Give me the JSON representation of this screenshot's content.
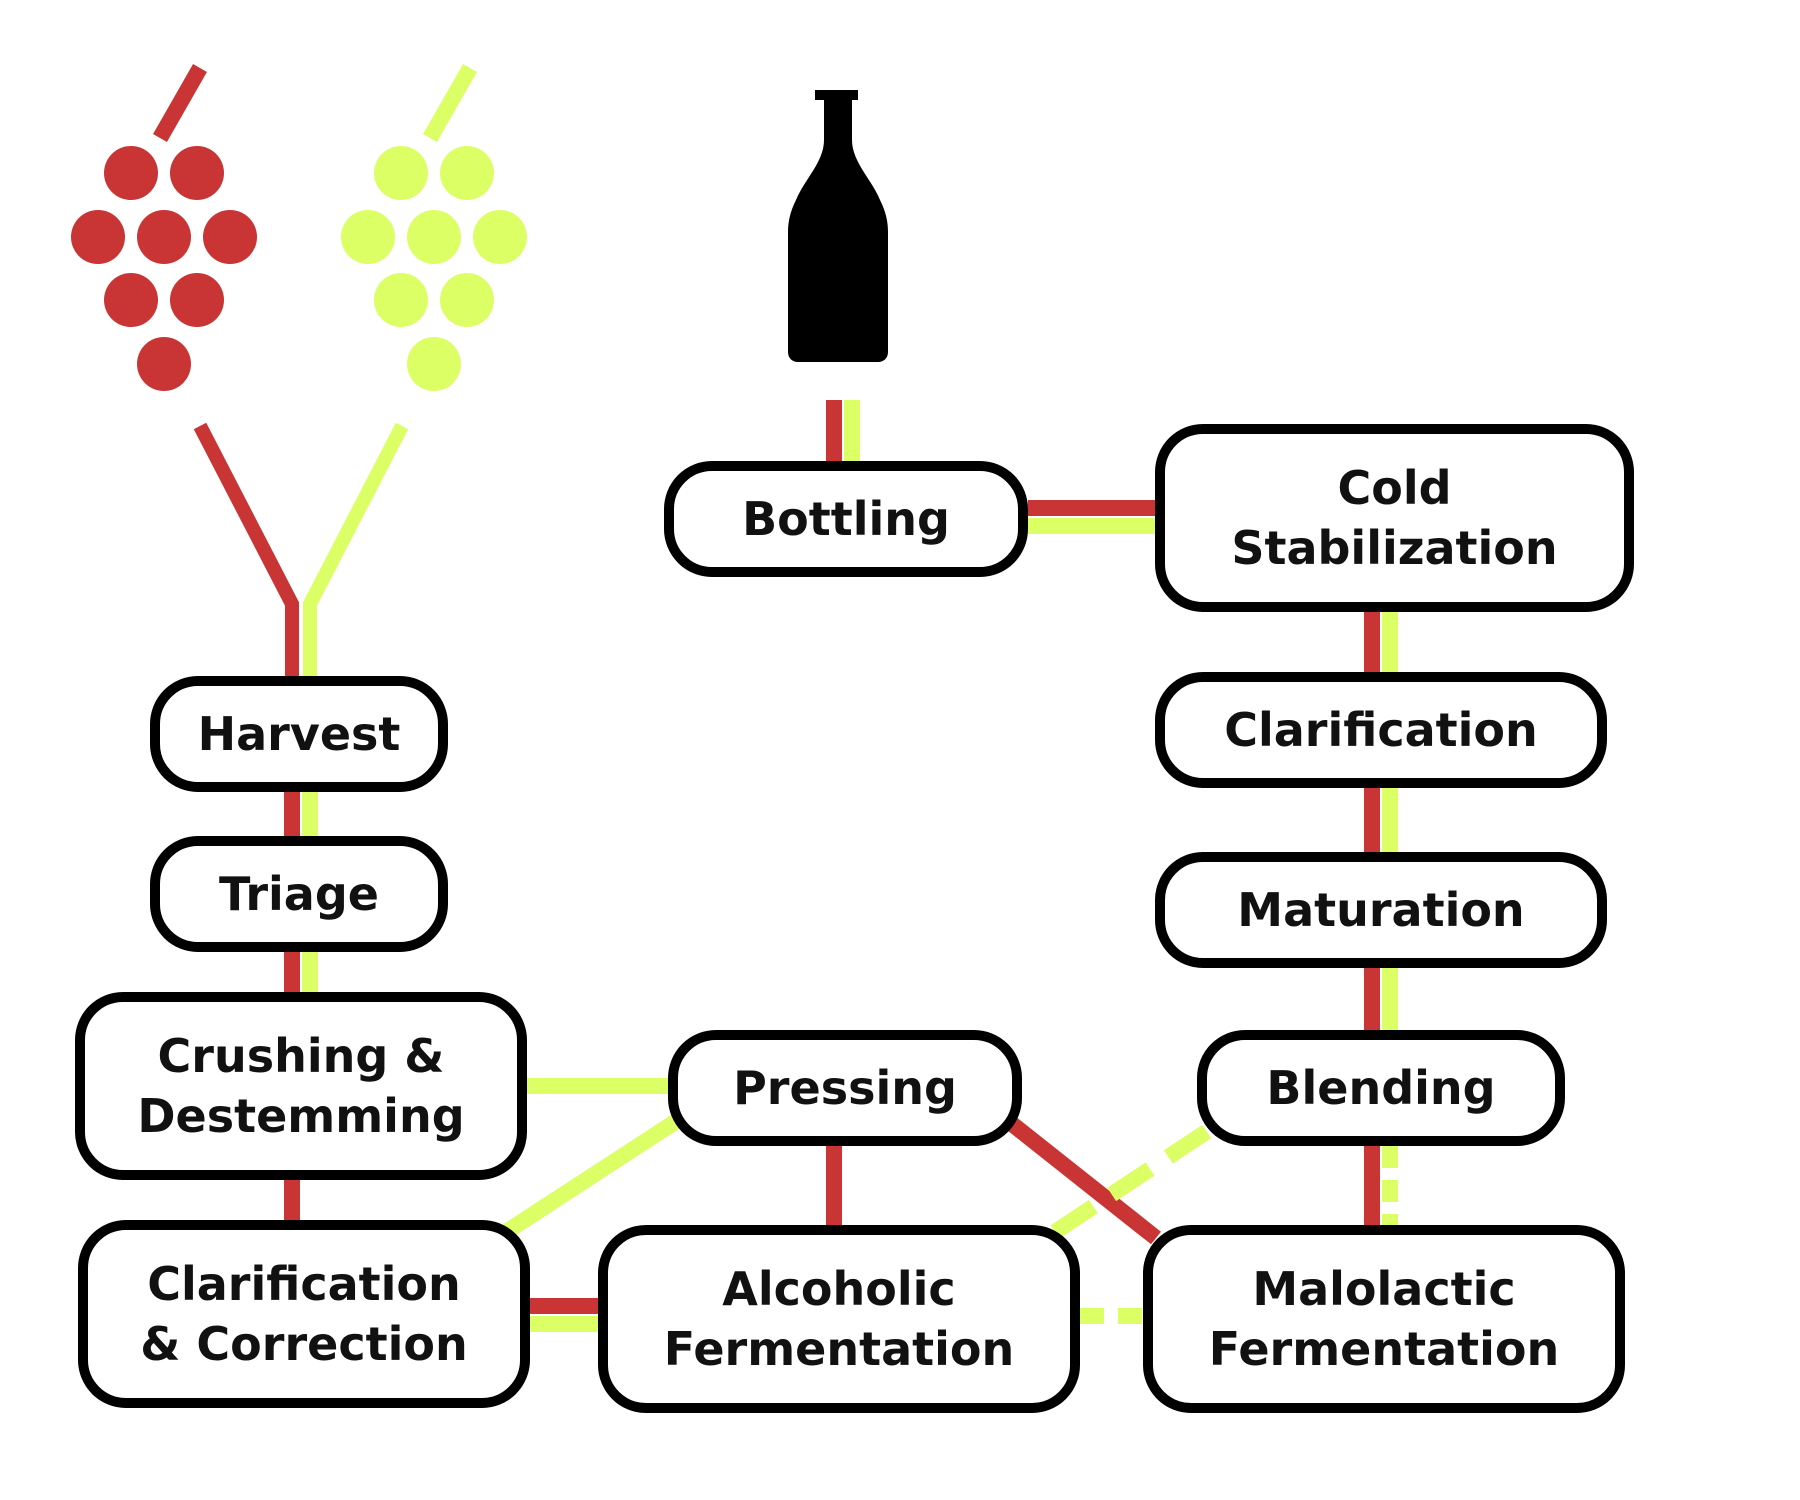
{
  "colors": {
    "red_line": "#c93434",
    "white_line": "#dcff66",
    "node_border": "#000000",
    "bottle": "#000000"
  },
  "icons": {
    "red_grapes": "red-grapes-icon",
    "white_grapes": "white-grapes-icon",
    "bottle": "wine-bottle-icon"
  },
  "steps": {
    "bottling": "Bottling",
    "cold_stabilization": "Cold\nStabilization",
    "harvest": "Harvest",
    "clarification": "Clarification",
    "triage": "Triage",
    "maturation": "Maturation",
    "crushing_destemming": "Crushing &\nDestemming",
    "pressing": "Pressing",
    "blending": "Blending",
    "clarification_correction": "Clarification\n& Correction",
    "alcoholic_fermentation": "Alcoholic\nFermentation",
    "malolactic_fermentation": "Malolactic\nFermentation"
  }
}
